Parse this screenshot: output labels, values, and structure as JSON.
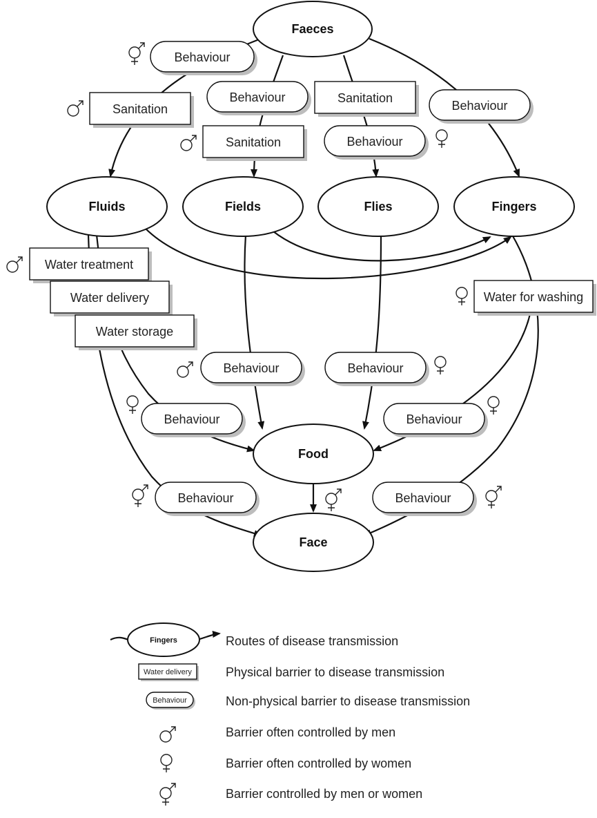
{
  "nodes": {
    "faeces": "Faeces",
    "fluids": "Fluids",
    "fields": "Fields",
    "flies": "Flies",
    "fingers": "Fingers",
    "food": "Food",
    "face": "Face"
  },
  "barriers": {
    "behaviour": "Behaviour",
    "sanitation": "Sanitation",
    "water_treatment": "Water treatment",
    "water_delivery": "Water delivery",
    "water_storage": "Water storage",
    "water_for_washing": "Water for washing"
  },
  "legend": {
    "route_sample": "Fingers",
    "route_text": "Routes of disease transmission",
    "physical_sample": "Water delivery",
    "physical_text": "Physical barrier to disease transmission",
    "nonphysical_sample": "Behaviour",
    "nonphysical_text": "Non-physical barrier to disease transmission",
    "men_text": "Barrier often controlled by men",
    "women_text": "Barrier often controlled by women",
    "either_text": "Barrier controlled by men or women"
  },
  "symbols": {
    "men": "male-symbol-icon",
    "women": "female-symbol-icon",
    "either": "male-female-symbol-icon"
  }
}
